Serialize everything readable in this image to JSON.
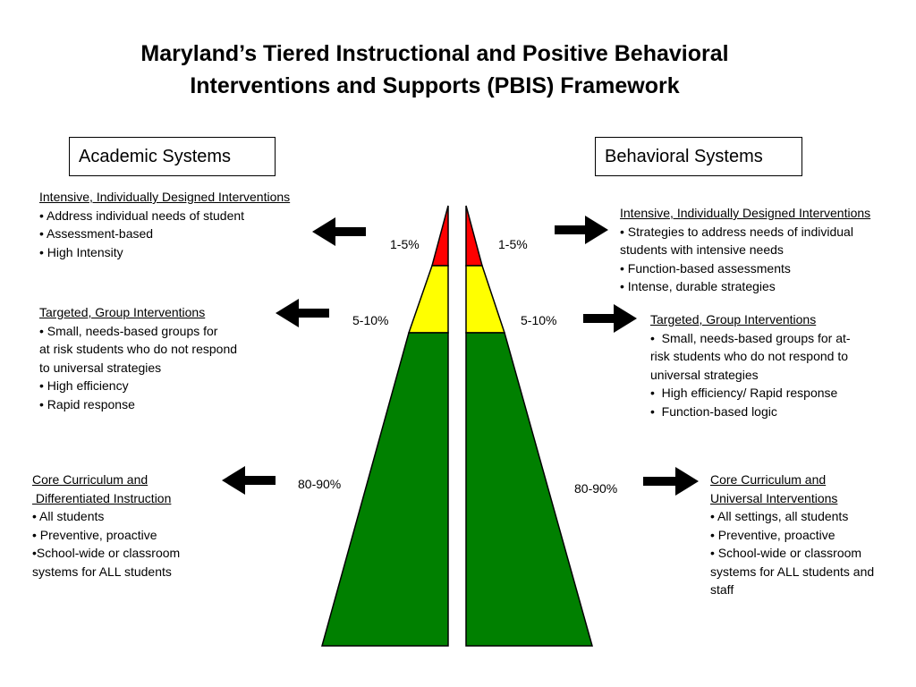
{
  "title": {
    "line1": "Maryland’s Tiered Instructional and Positive Behavioral",
    "line2": "Interventions and Supports (PBIS) Framework"
  },
  "academic": {
    "header": "Academic Systems",
    "intensive": {
      "heading": "Intensive, Individually Designed Interventions",
      "lines": [
        "• Address individual needs of student",
        "• Assessment-based",
        "• High Intensity"
      ]
    },
    "targeted": {
      "heading": "Targeted, Group Interventions",
      "lines": [
        "• Small, needs-based groups for",
        "at risk students who do not respond",
        "to universal strategies",
        "• High efficiency",
        "• Rapid response"
      ]
    },
    "core": {
      "heading_lines": [
        "Core Curriculum and",
        " Differentiated Instruction"
      ],
      "lines": [
        "• All students",
        "• Preventive,  proactive",
        "•School-wide or classroom",
        "systems for ALL students"
      ]
    }
  },
  "behavioral": {
    "header": "Behavioral Systems",
    "intensive": {
      "heading": "Intensive, Individually Designed Interventions",
      "lines": [
        "• Strategies to address needs of individual",
        "students with intensive needs",
        "• Function-based assessments",
        "• Intense, durable strategies"
      ]
    },
    "targeted": {
      "heading": "Targeted, Group Interventions",
      "lines": [
        "•  Small, needs-based groups for at-",
        "risk students who do not respond to",
        "universal strategies",
        "•  High efficiency/ Rapid response",
        "•  Function-based logic"
      ]
    },
    "core": {
      "heading_lines": [
        "Core Curriculum and",
        "Universal Interventions"
      ],
      "lines": [
        "• All settings, all students",
        "• Preventive,  proactive",
        "• School-wide or classroom",
        "systems for ALL students and",
        "staff"
      ]
    }
  },
  "percentages": {
    "left_top": "1-5%",
    "left_mid": "5-10%",
    "left_bottom": "80-90%",
    "right_top": "1-5%",
    "right_mid": "5-10%",
    "right_bottom": "80-90%"
  },
  "colors": {
    "tier3": "#ff0000",
    "tier2": "#ffff00",
    "tier1": "#008000",
    "outline": "#000000"
  }
}
